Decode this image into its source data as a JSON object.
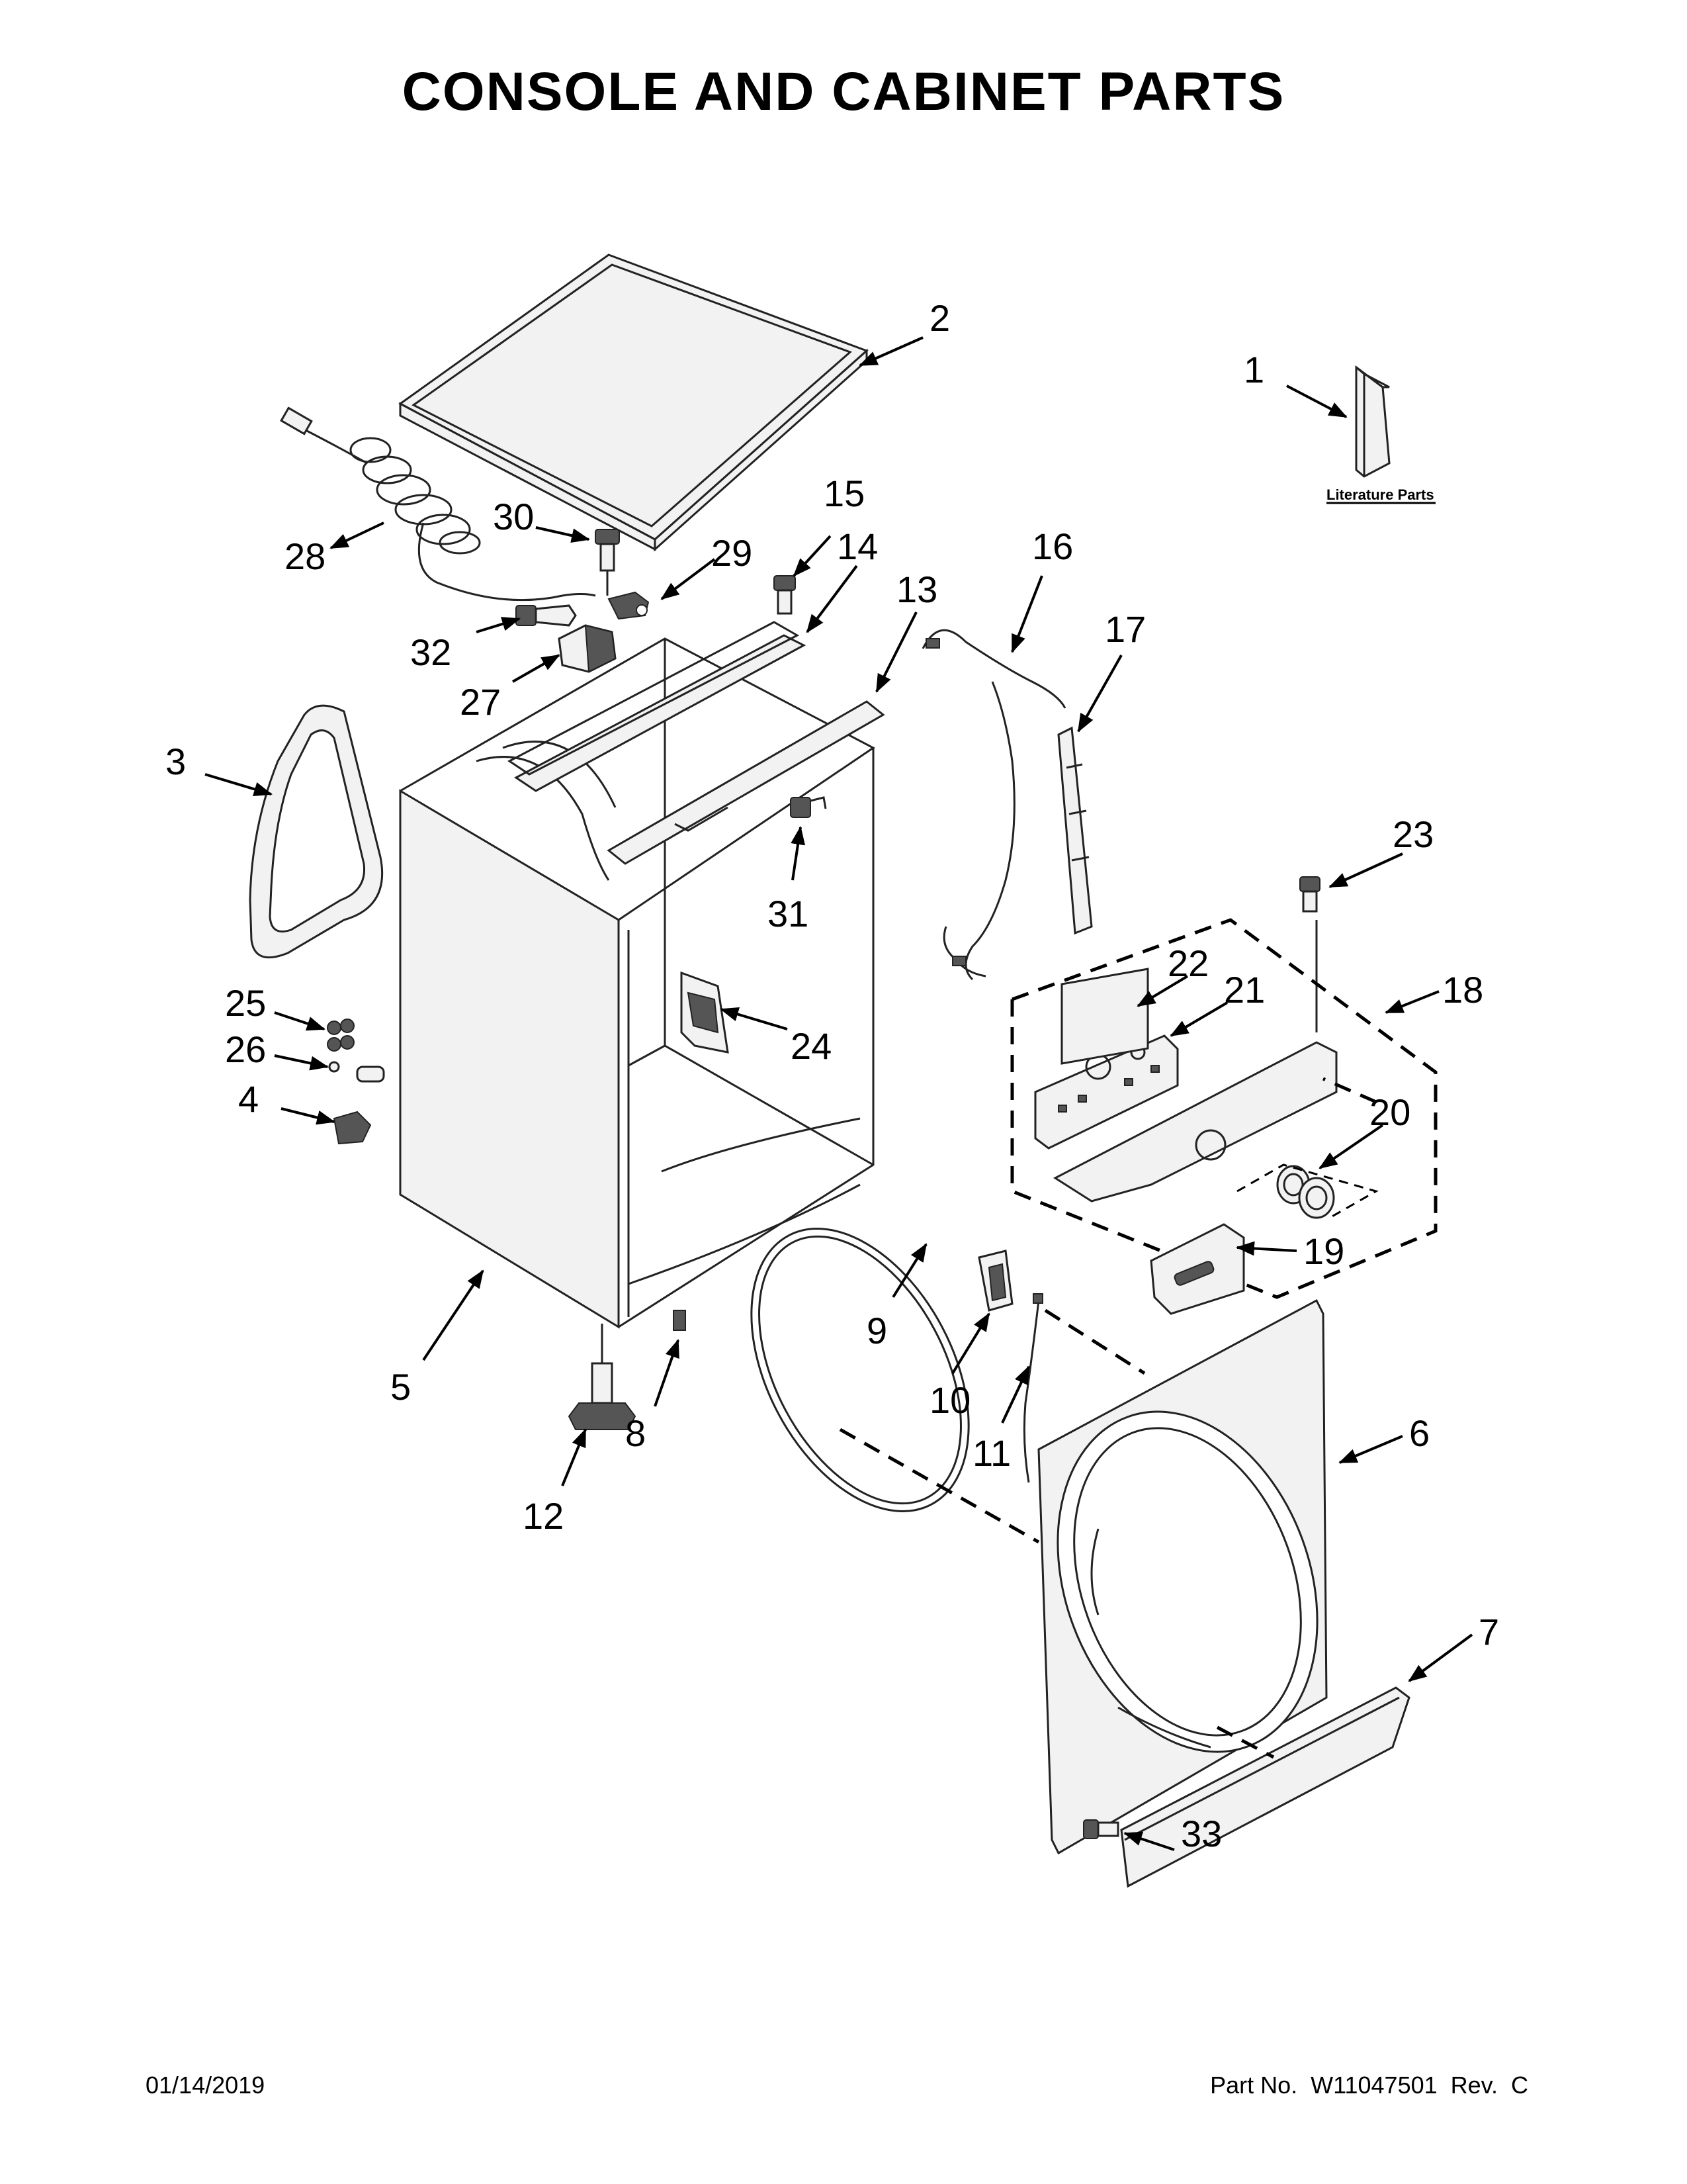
{
  "title": "CONSOLE AND CABINET PARTS",
  "footer": {
    "date": "01/14/2019",
    "part_number": "Part No.  W11047501  Rev.  C"
  },
  "literature_label": "Literature Parts",
  "callouts": {
    "c1": "1",
    "c2": "2",
    "c3": "3",
    "c4": "4",
    "c5": "5",
    "c6": "6",
    "c7": "7",
    "c8": "8",
    "c9": "9",
    "c10": "10",
    "c11": "11",
    "c12": "12",
    "c13": "13",
    "c14": "14",
    "c15": "15",
    "c16": "16",
    "c17": "17",
    "c18": "18",
    "c19": "19",
    "c20": "20",
    "c21": "21",
    "c22": "22",
    "c23": "23",
    "c24": "24",
    "c25": "25",
    "c26": "26",
    "c27": "27",
    "c28": "28",
    "c29": "29",
    "c30": "30",
    "c31": "31",
    "c32": "32",
    "c33": "33"
  }
}
